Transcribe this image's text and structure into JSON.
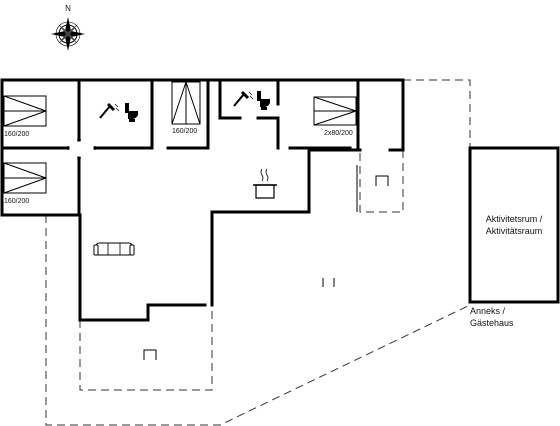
{
  "compass": {
    "north_label": "N"
  },
  "rooms": {
    "bedroom_top_left": {
      "bed_label": "160/200"
    },
    "bedroom_bottom_left": {
      "bed_label": "160/200"
    },
    "bedroom_middle": {
      "bed_label": "160/200"
    },
    "bedroom_right": {
      "bed_label": "2x80/200"
    }
  },
  "annex": {
    "room_label_line1": "Aktivitetsrum /",
    "room_label_line2": "Aktivitätsraum",
    "building_label_line1": "Anneks /",
    "building_label_line2": "Gästehaus"
  },
  "icons": [
    "compass-rose-icon",
    "shower-icon",
    "toilet-icon",
    "cooking-pot-icon",
    "sofa-icon",
    "fireplace-icon",
    "door-symbol-icon"
  ],
  "colors": {
    "wall": "#000000",
    "background": "#ffffff"
  }
}
